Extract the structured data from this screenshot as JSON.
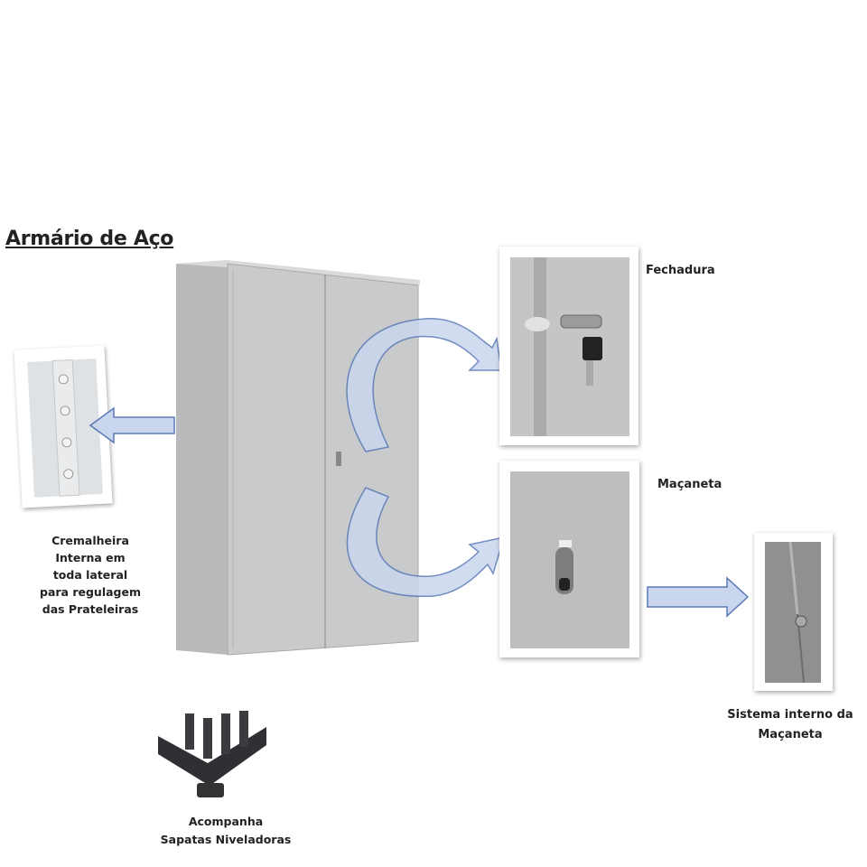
{
  "title": "Armário de Aço",
  "captions": {
    "rack": [
      "Cremalheira",
      "Interna em",
      "toda lateral",
      "para regulagem",
      "das Prateleiras"
    ],
    "lock": "Fechadura",
    "handle": "Maçaneta",
    "handle_internal": [
      "Sistema interno da",
      "Maçaneta"
    ],
    "feet": [
      "Acompanha",
      "Sapatas Niveladoras"
    ]
  },
  "colors": {
    "arrow_fill": "#c9d6ee",
    "arrow_stroke": "#5a7ab8",
    "cabinet": "#c9cacb"
  }
}
